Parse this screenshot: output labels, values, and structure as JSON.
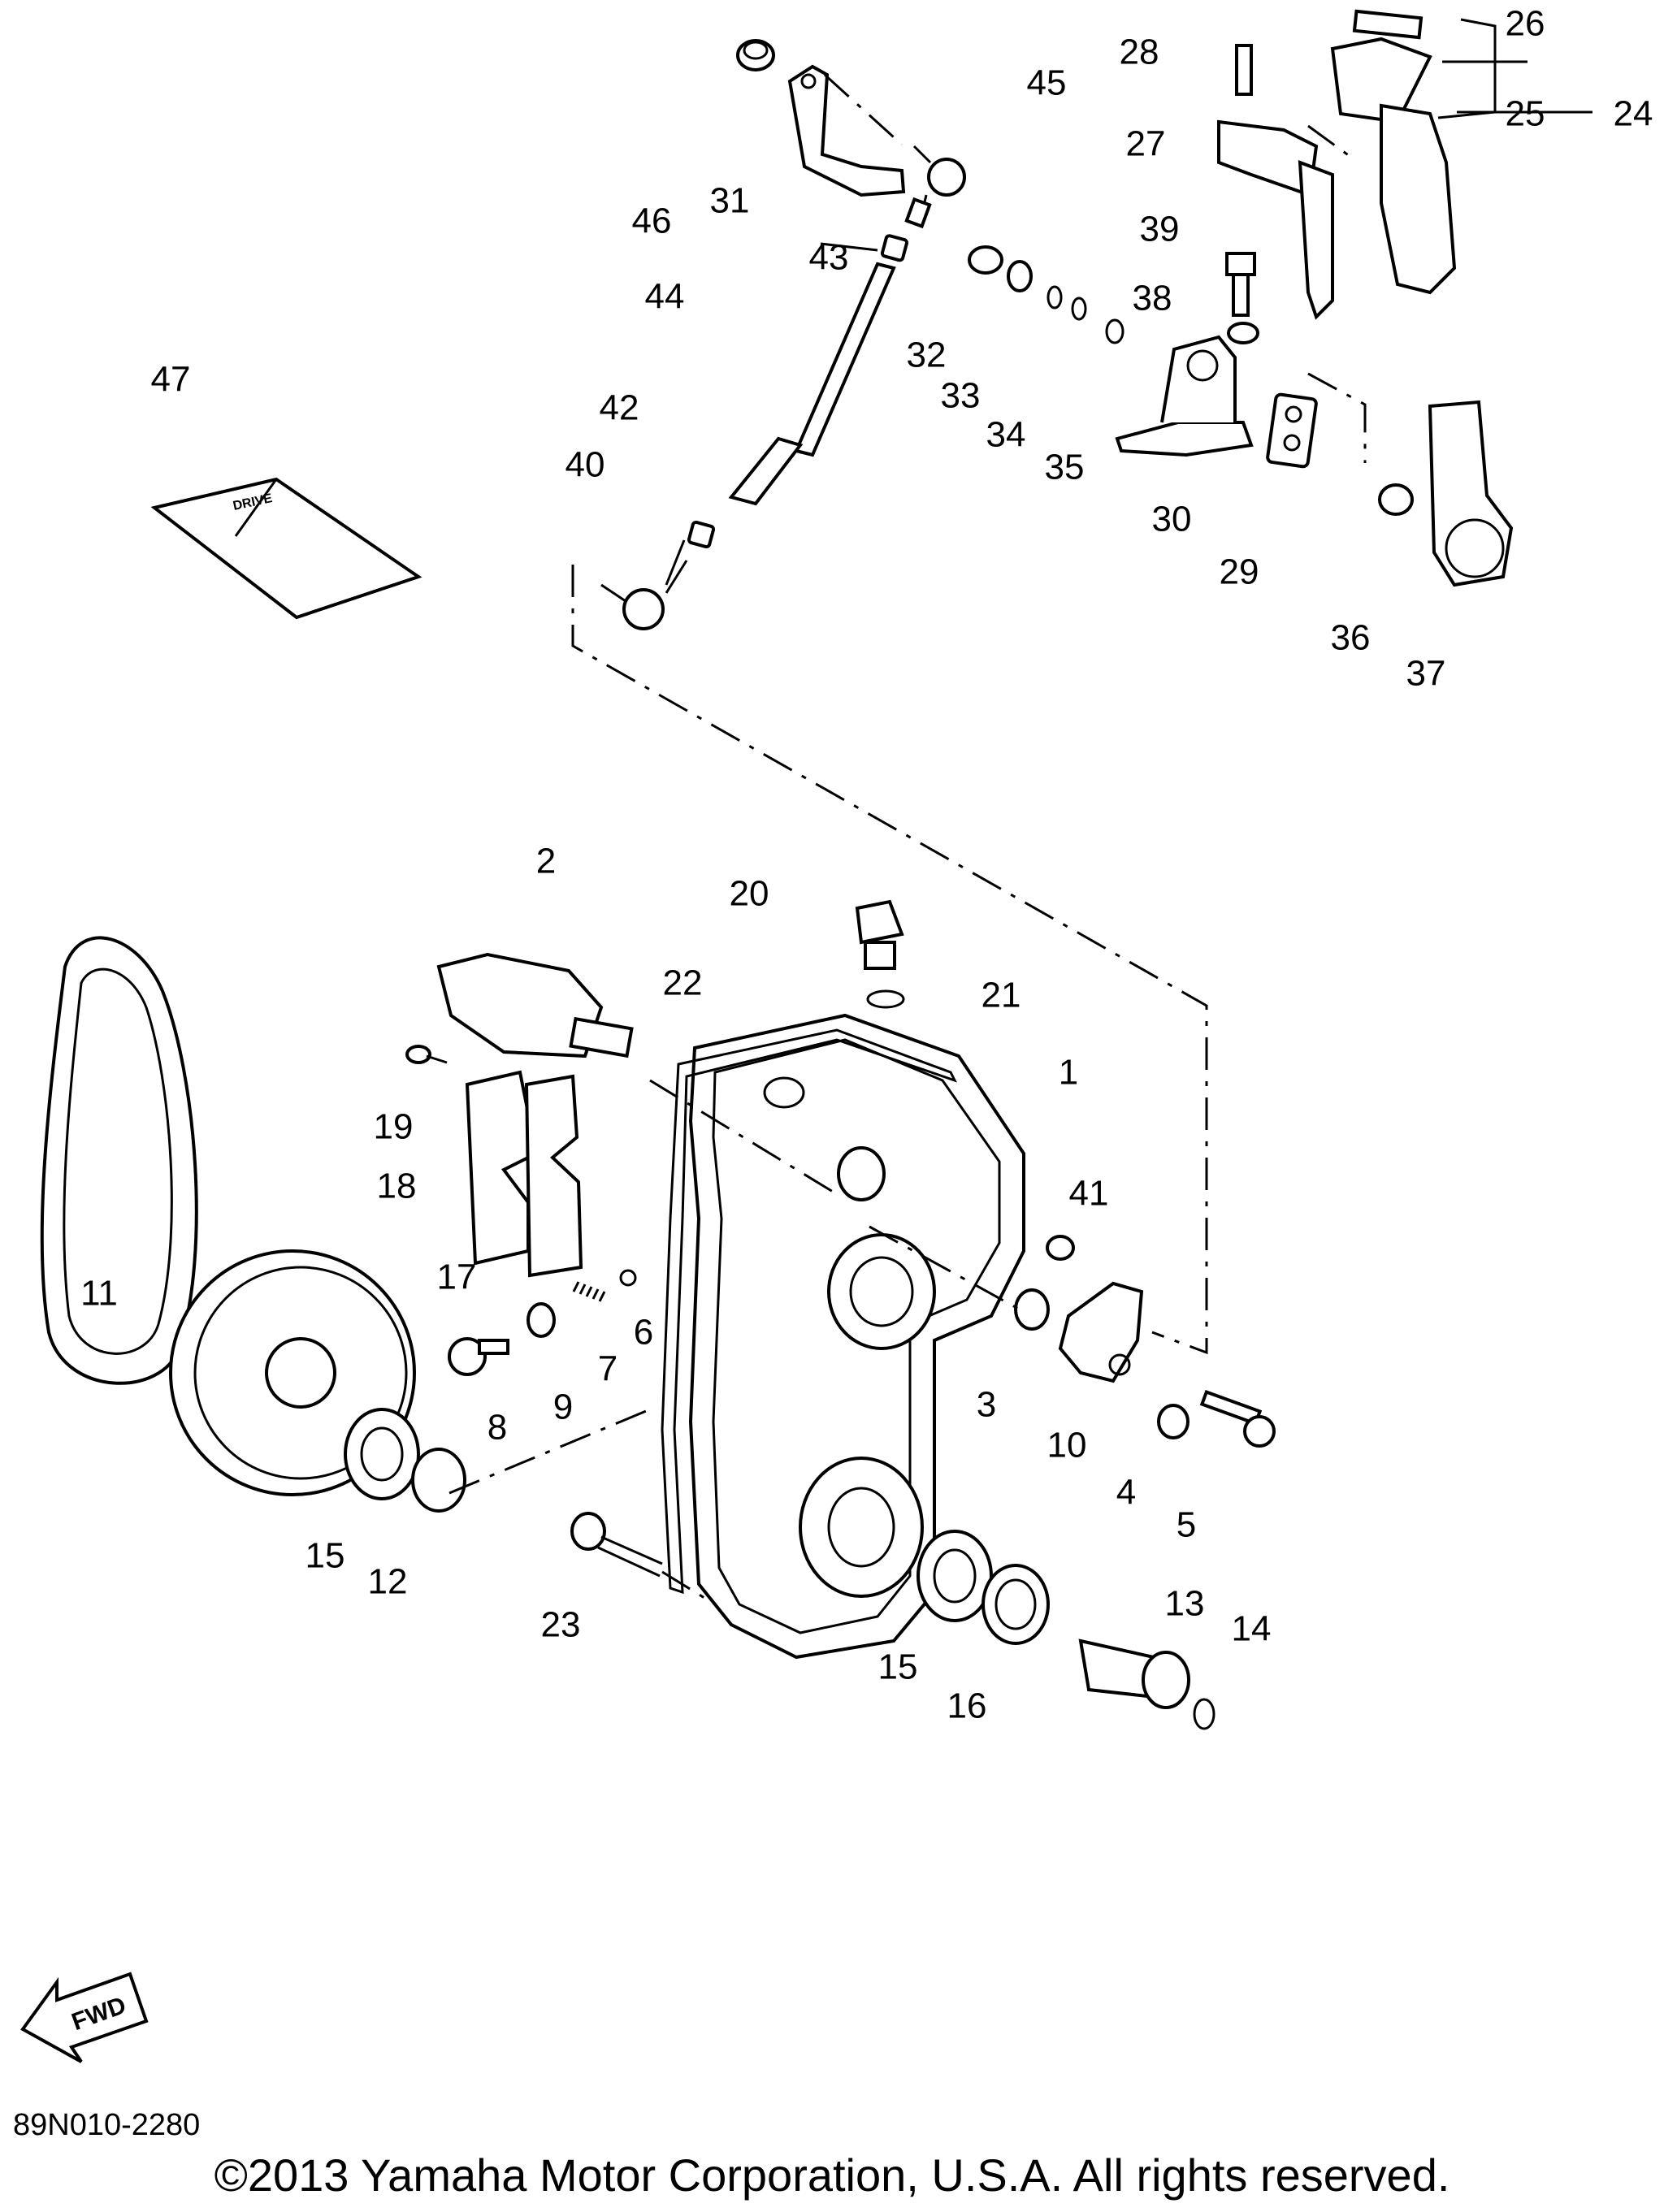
{
  "callouts": [
    "1",
    "2",
    "3",
    "4",
    "5",
    "6",
    "7",
    "8",
    "9",
    "10",
    "11",
    "12",
    "13",
    "14",
    "15",
    "15",
    "16",
    "17",
    "18",
    "19",
    "20",
    "21",
    "22",
    "23",
    "24",
    "25",
    "26",
    "27",
    "28",
    "29",
    "30",
    "31",
    "32",
    "33",
    "34",
    "35",
    "36",
    "37",
    "38",
    "39",
    "40",
    "41",
    "42",
    "43",
    "44",
    "45",
    "46",
    "47"
  ],
  "arrow_label": "FWD",
  "decal_label": "DRIVE",
  "part_code": "89N010-2280",
  "copyright": "©2013 Yamaha Motor Corporation, U.S.A. All rights reserved."
}
